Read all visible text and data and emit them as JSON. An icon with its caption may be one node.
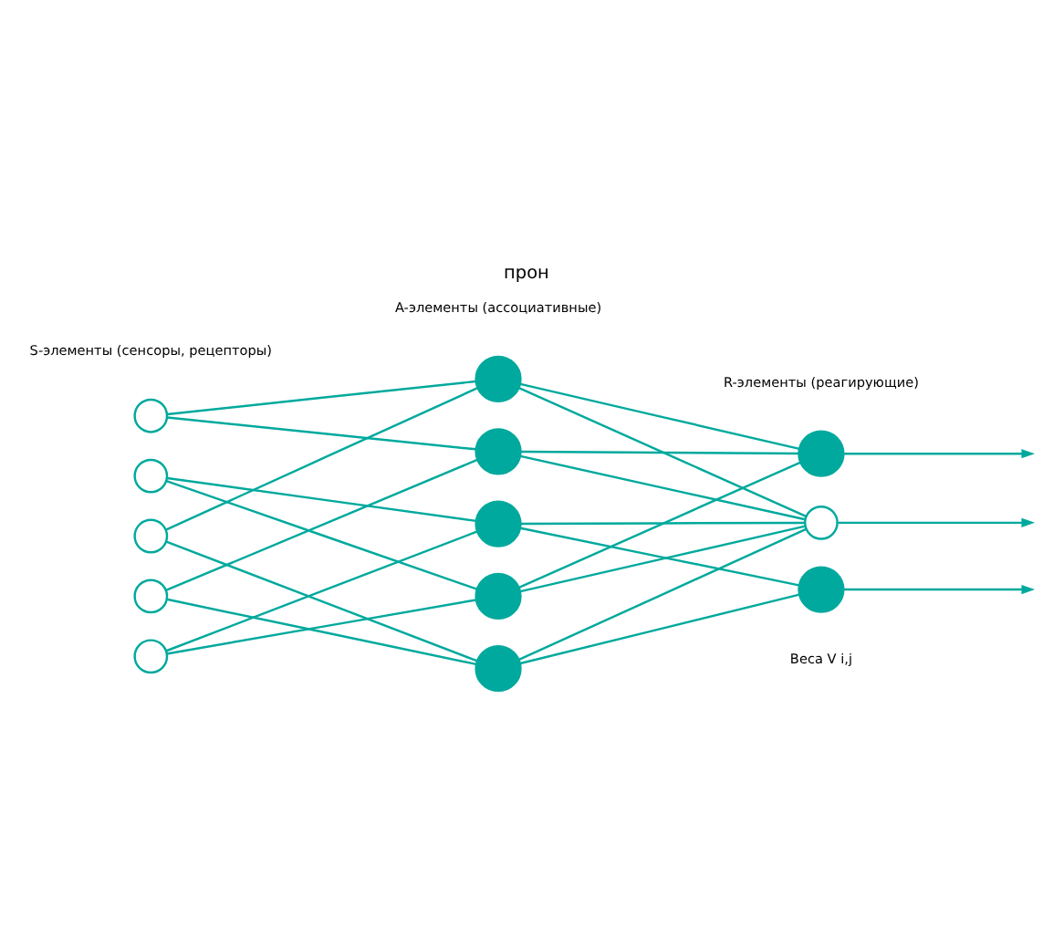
{
  "diagram": {
    "title": "прон",
    "nodes": [
      {
        "text": [],
        "shape": "circle"
      },
      {
        "text": [],
        "shape": "circle"
      },
      {
        "text": [],
        "shape": "circle"
      },
      {
        "text": [],
        "shape": "circle"
      },
      {
        "text": [],
        "shape": "circle"
      },
      {
        "text": [],
        "shape": "circle"
      },
      {
        "text": [],
        "shape": "circle"
      },
      {
        "text": [],
        "shape": "circle"
      },
      {
        "text": [],
        "shape": "circle"
      },
      {
        "text": [],
        "shape": "circle"
      },
      {
        "text": [],
        "shape": "circle"
      },
      {
        "text": [],
        "shape": "circle"
      },
      {
        "text": [],
        "shape": "circle"
      }
    ],
    "edges": [
      {
        "from": 0,
        "to": 5,
        "arrow": "none"
      },
      {
        "from": 0,
        "to": 6,
        "arrow": "none"
      },
      {
        "from": 1,
        "to": 7,
        "arrow": "none"
      },
      {
        "from": 1,
        "to": 8,
        "arrow": "none"
      },
      {
        "from": 2,
        "to": 5,
        "arrow": "none"
      },
      {
        "from": 2,
        "to": 9,
        "arrow": "none"
      },
      {
        "from": 3,
        "to": 6,
        "arrow": "none"
      },
      {
        "from": 3,
        "to": 9,
        "arrow": "none"
      },
      {
        "from": 4,
        "to": 7,
        "arrow": "none"
      },
      {
        "from": 4,
        "to": 8,
        "arrow": "none"
      },
      {
        "from": 5,
        "to": 10,
        "arrow": "none"
      },
      {
        "from": 5,
        "to": 11,
        "arrow": "none"
      },
      {
        "from": 6,
        "to": 10,
        "arrow": "none"
      },
      {
        "from": 6,
        "to": 11,
        "arrow": "none"
      },
      {
        "from": 7,
        "to": 11,
        "arrow": "none"
      },
      {
        "from": 7,
        "to": 12,
        "arrow": "none"
      },
      {
        "from": 8,
        "to": 10,
        "arrow": "none"
      },
      {
        "from": 8,
        "to": 11,
        "arrow": "none"
      },
      {
        "from": 9,
        "to": 11,
        "arrow": "none"
      },
      {
        "from": 9,
        "to": 12,
        "arrow": "none"
      },
      {
        "from": 10,
        "to": null,
        "arrow": "to"
      },
      {
        "from": 11,
        "to": null,
        "arrow": "to"
      },
      {
        "from": 12,
        "to": null,
        "arrow": "to"
      }
    ],
    "labels": [
      "S-элементы (сенсоры, рецепторы)",
      "A-элементы (ассоциативные)",
      "R-элементы (реагирующие)",
      "Веса V i,j"
    ]
  }
}
